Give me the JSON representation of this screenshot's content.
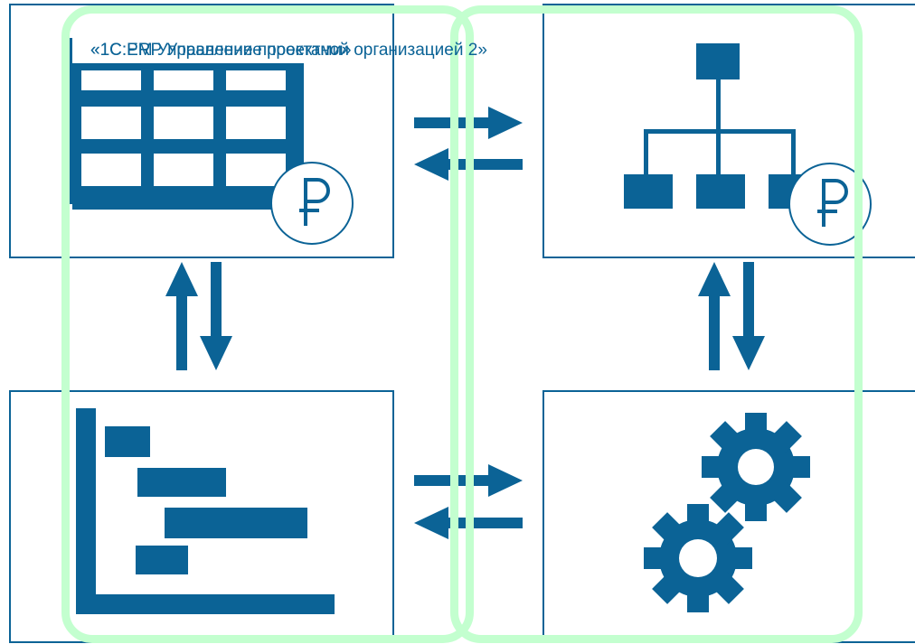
{
  "colors": {
    "primary": "#0b6396",
    "group_outline": "#c3ffcf",
    "background": "#ffffff"
  },
  "captions": {
    "left_system": "«1С:PM Управление проектами»",
    "right_system": "«1С:ERP Управление проектной организацией 2»"
  },
  "panels": [
    {
      "id": "budget",
      "icon": "spreadsheet-ruble-icon"
    },
    {
      "id": "structure",
      "icon": "hierarchy-ruble-icon"
    },
    {
      "id": "schedule",
      "icon": "gantt-chart-icon"
    },
    {
      "id": "operations",
      "icon": "gears-icon"
    }
  ],
  "currency_symbol": "₽"
}
